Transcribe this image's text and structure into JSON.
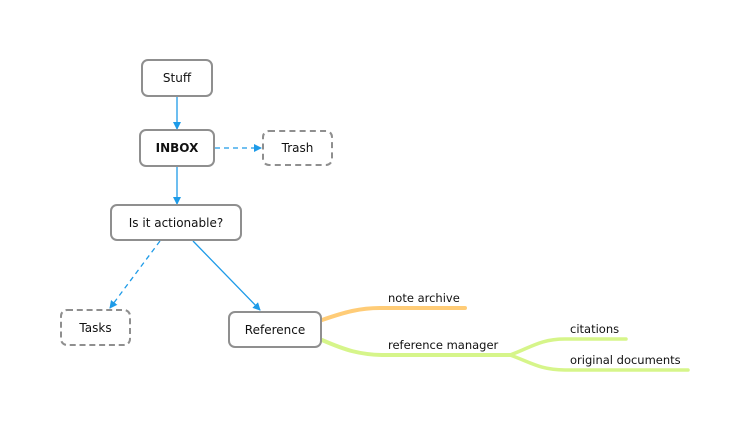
{
  "diagram": {
    "colors": {
      "box_border": "#8f8f8f",
      "arrow": "#1e9be8",
      "branch_note": "#ffcc77",
      "branch_reference": "#d6f58a"
    },
    "nodes": {
      "stuff": "Stuff",
      "inbox": "INBOX",
      "trash": "Trash",
      "actionable": "Is it actionable?",
      "tasks": "Tasks",
      "reference": "Reference"
    },
    "edges": [
      {
        "from": "Stuff",
        "to": "INBOX",
        "style": "solid"
      },
      {
        "from": "INBOX",
        "to": "Trash",
        "style": "dashed"
      },
      {
        "from": "INBOX",
        "to": "Is it actionable?",
        "style": "solid"
      },
      {
        "from": "Is it actionable?",
        "to": "Tasks",
        "style": "dashed"
      },
      {
        "from": "Is it actionable?",
        "to": "Reference",
        "style": "solid"
      }
    ],
    "branches": {
      "note_archive": "note archive",
      "reference_manager": "reference manager",
      "citations": "citations",
      "original_documents": "original documents"
    }
  }
}
